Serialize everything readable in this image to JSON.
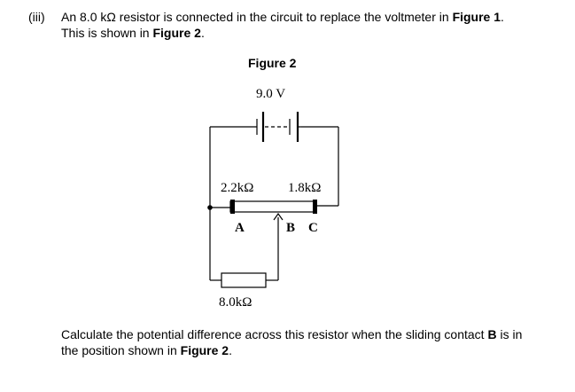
{
  "question": {
    "label": "(iii)",
    "line1_prefix": "An 8.0 kΩ resistor is connected in the circuit to replace the voltmeter in ",
    "line1_ref": "Figure 1",
    "line1_suffix": ".",
    "line2_prefix": "This is shown in ",
    "line2_ref": "Figure 2",
    "line2_suffix": "."
  },
  "figure": {
    "title": "Figure 2",
    "battery_voltage": "9.0 V",
    "resistor_left_label": "2.2kΩ",
    "resistor_right_label": "1.8kΩ",
    "point_a": "A",
    "point_b": "B",
    "point_c": "C",
    "external_resistor_label": "8.0kΩ"
  },
  "prompt": {
    "line1_prefix": "Calculate the potential difference across this resistor when the sliding contact ",
    "line1_bold": "B",
    "line1_suffix": " is in",
    "line2_prefix": "the position shown in ",
    "line2_ref": "Figure 2",
    "line2_suffix": "."
  }
}
